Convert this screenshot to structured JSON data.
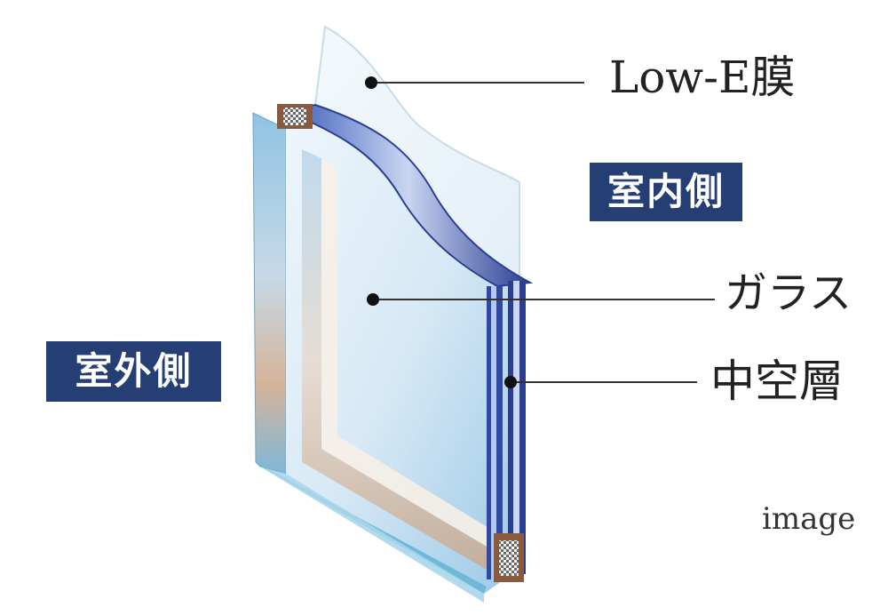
{
  "labels": {
    "low_e_film": "Low-E膜",
    "glass": "ガラス",
    "air_layer": "中空層",
    "indoor_side": "室内側",
    "outdoor_side": "室外側",
    "image_note": "image"
  },
  "colors": {
    "badge_background": "#253e74",
    "badge_text": "#ffffff",
    "callout_line": "#333333",
    "label_text": "#222222",
    "glass_tint": "#9ec9e6",
    "glass_edge": "#2b3f92",
    "spacer": "#8b5a3c"
  }
}
